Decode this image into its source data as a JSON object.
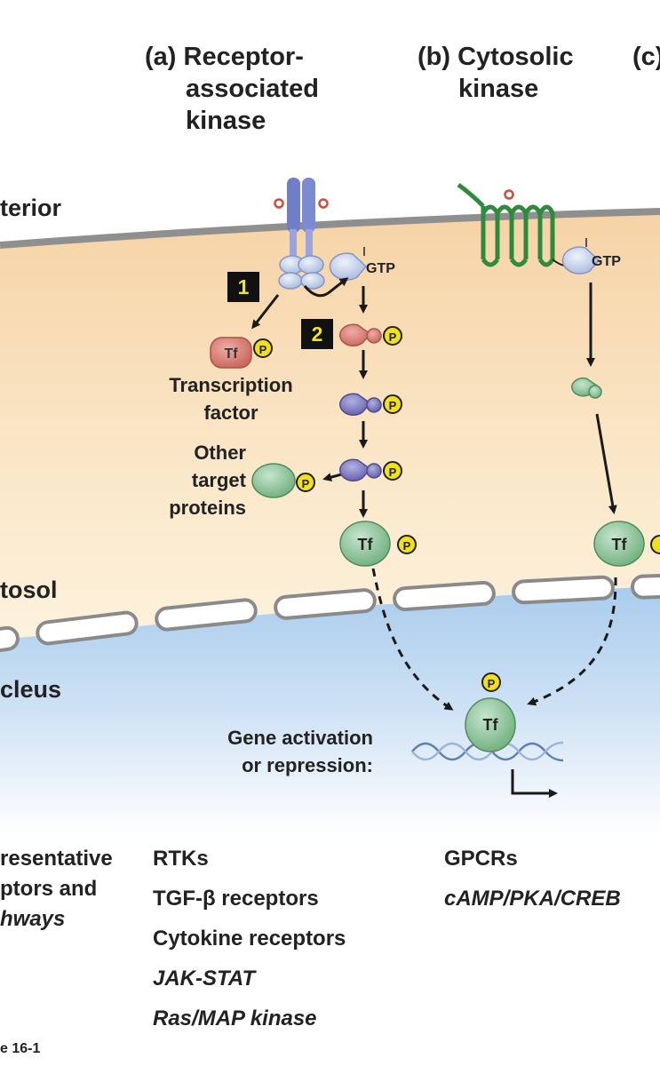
{
  "columns": {
    "a": [
      "(a) Receptor-",
      "associated",
      "kinase"
    ],
    "b": [
      "(b) Cytosolic",
      "kinase"
    ],
    "c": "(c)"
  },
  "regions": {
    "exterior": "terior",
    "cytosol": "tosol",
    "nucleus": "cleus"
  },
  "pathway_a": {
    "step1": "1",
    "step2": "2",
    "gtp": "GTP",
    "tf": "Tf",
    "phospho": "P",
    "tf_label": [
      "Transcription",
      "factor"
    ],
    "other_label": [
      "Other",
      "target",
      "proteins"
    ]
  },
  "pathway_b": {
    "gtp": "GTP",
    "tf": "Tf"
  },
  "nucleus": {
    "tf": "Tf",
    "phospho": "P",
    "gene_label": [
      "Gene activation",
      "or repression:"
    ]
  },
  "bottom": {
    "left_label": [
      "resentative",
      "ptors and",
      "hways"
    ],
    "a_list": [
      "RTKs",
      "TGF-β receptors",
      "Cytokine receptors",
      "JAK-STAT",
      "Ras/MAP kinase"
    ],
    "b_list": [
      "GPCRs",
      "cAMP/PKA/CREB"
    ]
  },
  "caption": "e 16-1",
  "colors": {
    "cytosol": "#f8ddb8",
    "nucleus": "#b8d4f0",
    "membrane": "#8d8d8d",
    "gpcr": "#2e8b3c",
    "receptor": "#6f7fc7",
    "tf_green": "#8cc79a",
    "kinase_red": "#d9766c",
    "kinase_purple": "#7d78c0",
    "phospho": "#f3e01c",
    "marker": "#111111"
  }
}
